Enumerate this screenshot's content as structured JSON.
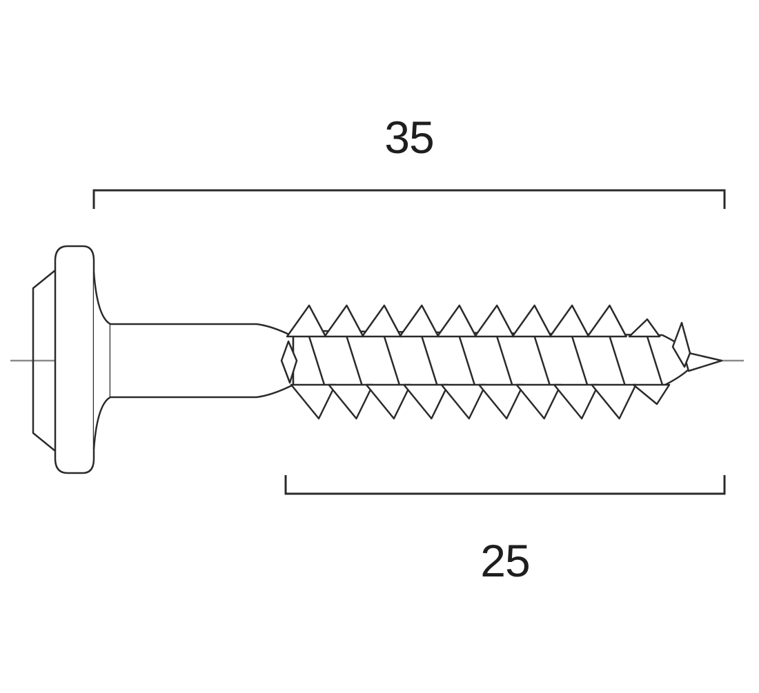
{
  "dimensions": {
    "total_length": "35",
    "thread_length": "25"
  },
  "colors": {
    "line": "#2a2a2a",
    "axis": "#8a8a8a",
    "background": "#ffffff"
  },
  "thread_turns": 10
}
